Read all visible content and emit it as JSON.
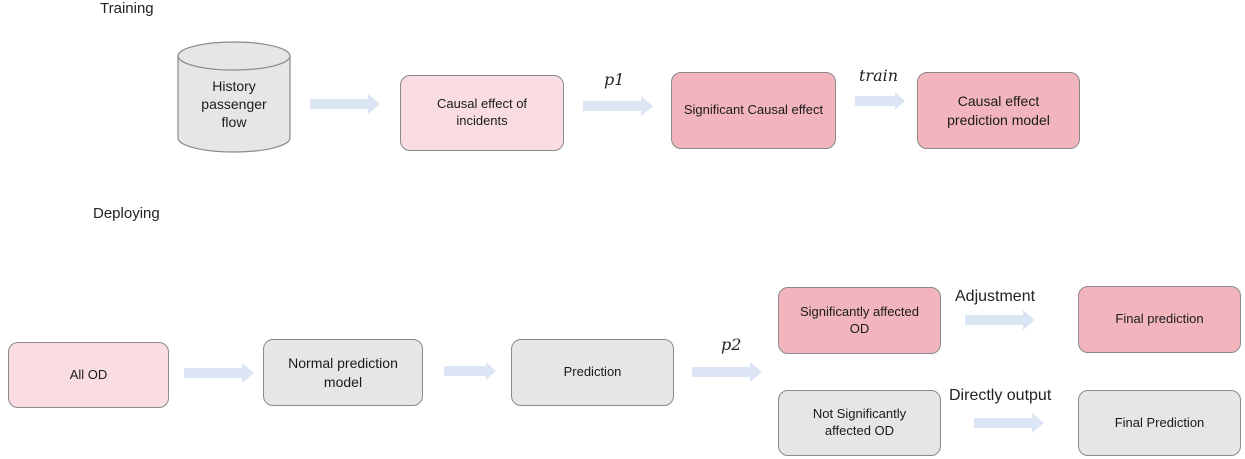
{
  "colors": {
    "light_pink": "#f9dde2",
    "pink": "#f2b5be",
    "gray": "#e6e6e6",
    "arrow": "#dbe5f3",
    "border": "#8a8a8a"
  },
  "training": {
    "label": "Training",
    "history": "History passenger flow",
    "causal_effect": "Causal effect of incidents",
    "p1": "p1",
    "significant": "Significant Causal effect",
    "train": "train",
    "prediction_model": "Causal effect prediction model"
  },
  "deploying": {
    "label": "Deploying",
    "all_od": "All OD",
    "normal_model": "Normal prediction model",
    "prediction": "Prediction",
    "p2": "p2",
    "sig_affected": "Significantly affected OD",
    "adjustment": "Adjustment",
    "final_prediction_1": "Final prediction",
    "not_sig_affected": "Not Significantly affected OD",
    "directly_output": "Directly output",
    "final_prediction_2": "Final Prediction"
  }
}
